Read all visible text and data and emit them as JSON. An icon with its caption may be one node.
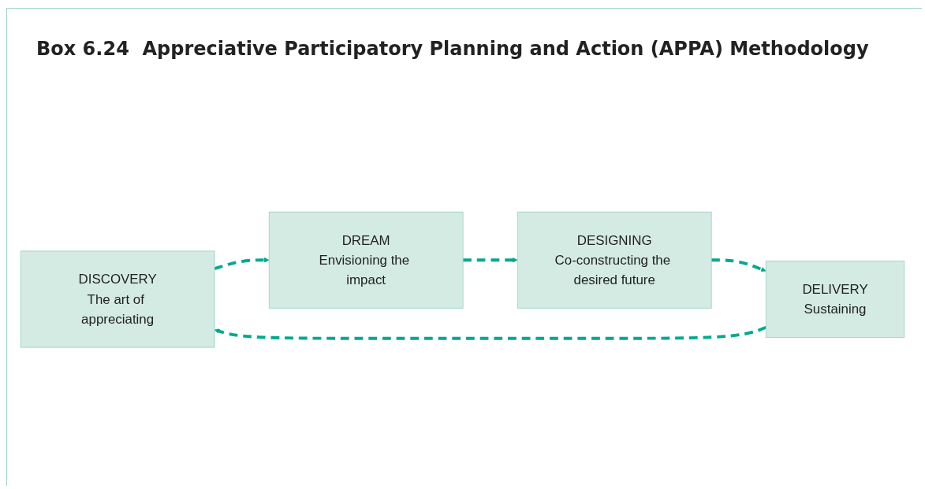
{
  "diagram": {
    "title": "Box 6.24  Appreciative Participatory Planning and Action (APPA) Methodology",
    "nodes": [
      {
        "text": [
          "DISCOVERY",
          "The art of appreciating"
        ]
      },
      {
        "text": [
          "DREAM",
          "Envisioning the impact"
        ]
      },
      {
        "text": [
          "DESIGNING",
          "Co-constructing the desired future"
        ]
      },
      {
        "text": [
          "DELIVERY",
          "Sustaining"
        ]
      }
    ],
    "edges": [
      {
        "from": 0,
        "to": 1,
        "arrow": "to",
        "style": "dashed"
      },
      {
        "from": 1,
        "to": 2,
        "arrow": "to",
        "style": "dashed"
      },
      {
        "from": 2,
        "to": 3,
        "arrow": "to",
        "style": "dashed"
      },
      {
        "from": 3,
        "to": 0,
        "arrow": "to",
        "style": "dashed"
      }
    ]
  }
}
